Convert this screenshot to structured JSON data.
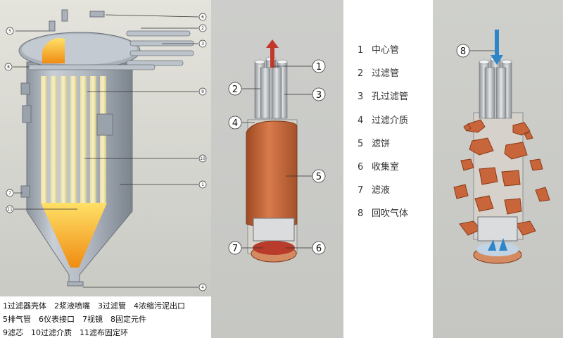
{
  "panel1": {
    "callouts": [
      "6",
      "2",
      "5",
      "3",
      "8",
      "9",
      "10",
      "1",
      "7",
      "11",
      "4"
    ],
    "caption_lines": [
      "1过滤器壳体　2浆液喷嘴　3过滤管　4浓缩污泥出口",
      "5排气管　6仪表接口　7视镜　8固定元件",
      "9滤芯　10过滤介质　11滤布固定环"
    ]
  },
  "panel2": {
    "callouts": [
      "1",
      "2",
      "3",
      "4",
      "5",
      "7",
      "6"
    ]
  },
  "legend": {
    "items": [
      {
        "num": "1",
        "label": "中心管"
      },
      {
        "num": "2",
        "label": "过滤管"
      },
      {
        "num": "3",
        "label": "孔过滤管"
      },
      {
        "num": "4",
        "label": "过滤介质"
      },
      {
        "num": "5",
        "label": "滤饼"
      },
      {
        "num": "6",
        "label": "收集室"
      },
      {
        "num": "7",
        "label": "滤液"
      },
      {
        "num": "8",
        "label": "回吹气体"
      }
    ]
  },
  "panel4": {
    "callouts": [
      "8"
    ]
  },
  "colors": {
    "panel_bg": "#cfd0cb",
    "vessel": "#b9c0c9",
    "filter_cake": "#c8653a",
    "arrow_red": "#c0392b",
    "arrow_blue": "#2e86c9",
    "glow": "#f5b21c"
  }
}
